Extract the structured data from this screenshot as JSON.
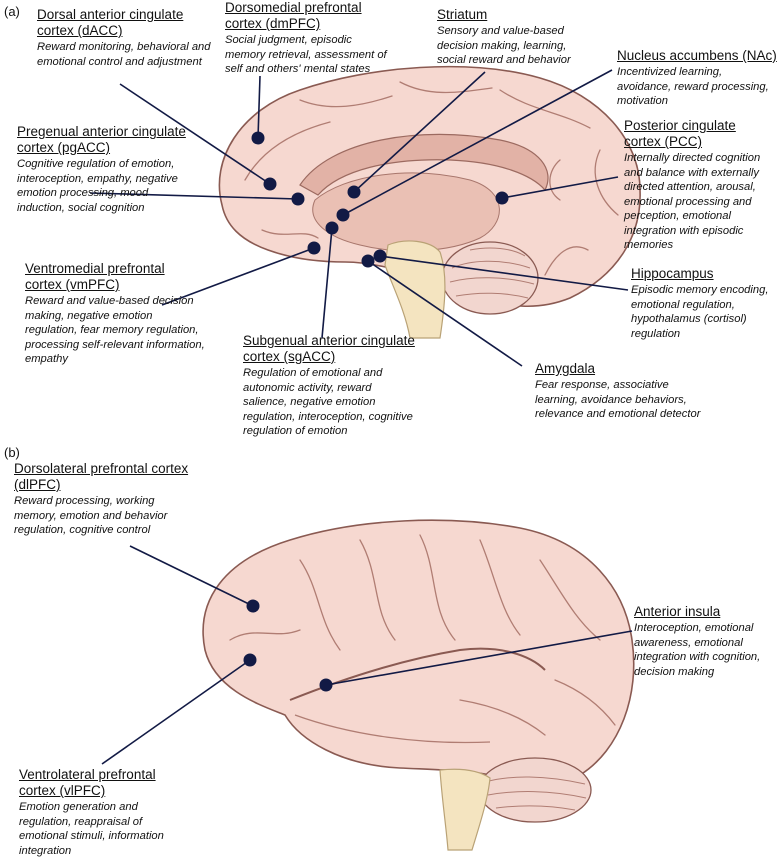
{
  "panels": [
    {
      "id": "a",
      "letter": "(a)",
      "regions": [
        {
          "title": "Dorsal anterior cingulate cortex (dACC)",
          "description": "Reward monitoring, behavioral and emotional control and adjustment"
        },
        {
          "title": "Dorsomedial prefrontal cortex (dmPFC)",
          "description": "Social judgment, episodic memory retrieval, assessment of self and others' mental states"
        },
        {
          "title": "Striatum",
          "description": "Sensory and value-based decision making, learning, social reward and behavior"
        },
        {
          "title": "Nucleus accumbens (NAc)",
          "description": "Incentivized learning, avoidance, reward processing, motivation"
        },
        {
          "title": "Pregenual anterior cingulate cortex (pgACC)",
          "description": "Cognitive regulation of emotion, interoception, empathy, negative emotion processing, mood induction, social cognition"
        },
        {
          "title": "Posterior cingulate cortex (PCC)",
          "description": "Internally directed cognition and balance with externally directed attention, arousal, emotional processing and perception, emotional integration with episodic memories"
        },
        {
          "title": "Ventromedial prefrontal cortex (vmPFC)",
          "description": "Reward and value-based decision making, negative emotion regulation, fear memory regulation, processing self-relevant information, empathy"
        },
        {
          "title": "Hippocampus",
          "description": "Episodic memory encoding, emotional regulation, hypothalamus (cortisol) regulation"
        },
        {
          "title": "Subgenual anterior cingulate cortex (sgACC)",
          "description": "Regulation of emotional and autonomic activity, reward salience, negative emotion regulation, interoception, cognitive regulation of emotion"
        },
        {
          "title": "Amygdala",
          "description": "Fear response, associative learning, avoidance behaviors, relevance and emotional detector"
        }
      ]
    },
    {
      "id": "b",
      "letter": "(b)",
      "regions": [
        {
          "title": "Dorsolateral prefrontal cortex (dlPFC)",
          "description": "Reward processing, working memory, emotion and behavior regulation, cognitive control"
        },
        {
          "title": "Anterior insula",
          "description": "Interoception, emotional awareness, emotional integration with cognition, decision making"
        },
        {
          "title": "Ventrolateral prefrontal cortex (vlPFC)",
          "description": "Emotion generation and regulation, reappraisal of emotional stimuli, information integration"
        }
      ]
    }
  ],
  "colors": {
    "cortex_fill": "#f6d8d0",
    "cortex_stroke": "#8a5a52",
    "deep_fill": "#eac0b4",
    "brainstem_fill": "#f4e4c0",
    "pointer": "#121a45"
  }
}
